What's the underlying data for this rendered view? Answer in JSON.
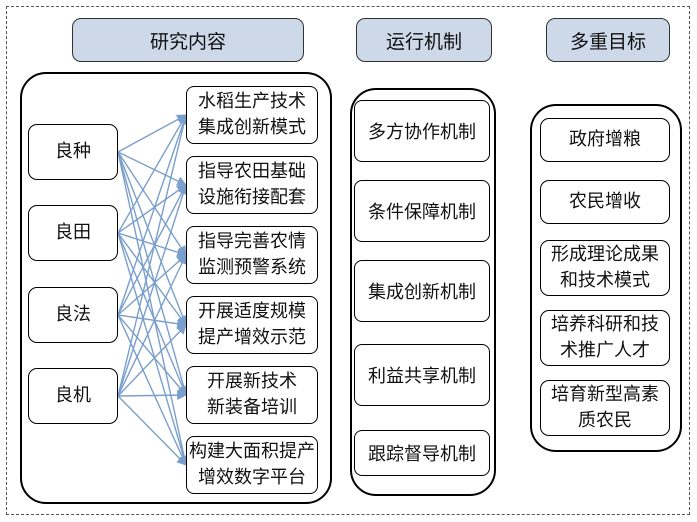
{
  "headers": {
    "research": "研究内容",
    "mechanism": "运行机制",
    "goals": "多重目标"
  },
  "inputs": [
    "良种",
    "良田",
    "良法",
    "良机"
  ],
  "contents": [
    [
      "水稻生产技术",
      "集成创新模式"
    ],
    [
      "指导农田基础",
      "设施衔接配套"
    ],
    [
      "指导完善农情",
      "监测预警系统"
    ],
    [
      "开展适度规模",
      "提产增效示范"
    ],
    [
      "开展新技术",
      "新装备培训"
    ],
    [
      "构建大面积提产",
      "增效数字平台"
    ]
  ],
  "mechanisms": [
    "多方协作机制",
    "条件保障机制",
    "集成创新机制",
    "利益共享机制",
    "跟踪督导机制"
  ],
  "goals": [
    [
      "政府增粮"
    ],
    [
      "农民增收"
    ],
    [
      "形成理论成果",
      "和技术模式"
    ],
    [
      "培养科研和技",
      "术推广人才"
    ],
    [
      "培育新型高素",
      "质农民"
    ]
  ],
  "colors": {
    "header_fill": "#cdd8e8",
    "arrow": "#7a9fcc"
  }
}
